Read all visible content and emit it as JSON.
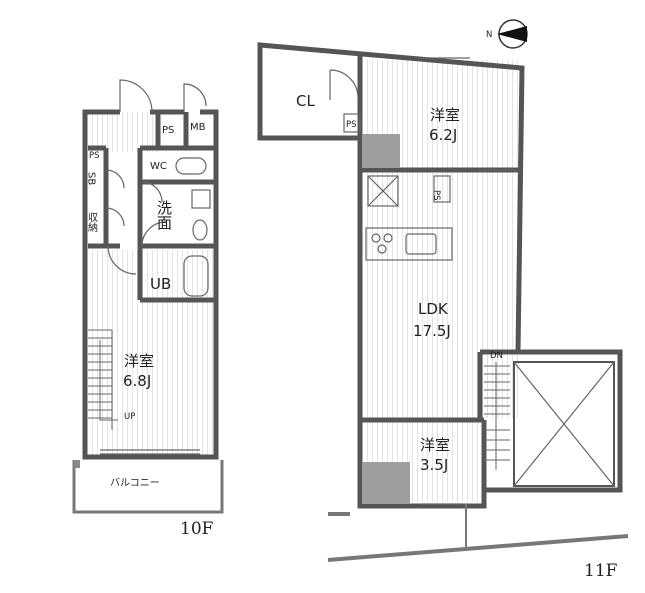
{
  "compass": {
    "label": "N"
  },
  "floor10": {
    "floor_label": "10F",
    "rooms": {
      "western": {
        "name": "洋室",
        "size": "6.8J"
      },
      "balcony": "バルコニー",
      "wc": "WC",
      "washroom": "洗面",
      "ub": "UB",
      "ps": "PS",
      "mb": "MB",
      "ps_small": "PS",
      "sb": "SB",
      "storage": "収納",
      "up": "UP"
    }
  },
  "floor11": {
    "floor_label": "11F",
    "rooms": {
      "closet": "CL",
      "ps_small": "PS",
      "western_a": {
        "name": "洋室",
        "size": "6.2J"
      },
      "ps": "PS",
      "ldk": {
        "name": "LDK",
        "size": "17.5J"
      },
      "western_b": {
        "name": "洋室",
        "size": "3.5J"
      },
      "dn": "DN"
    }
  }
}
